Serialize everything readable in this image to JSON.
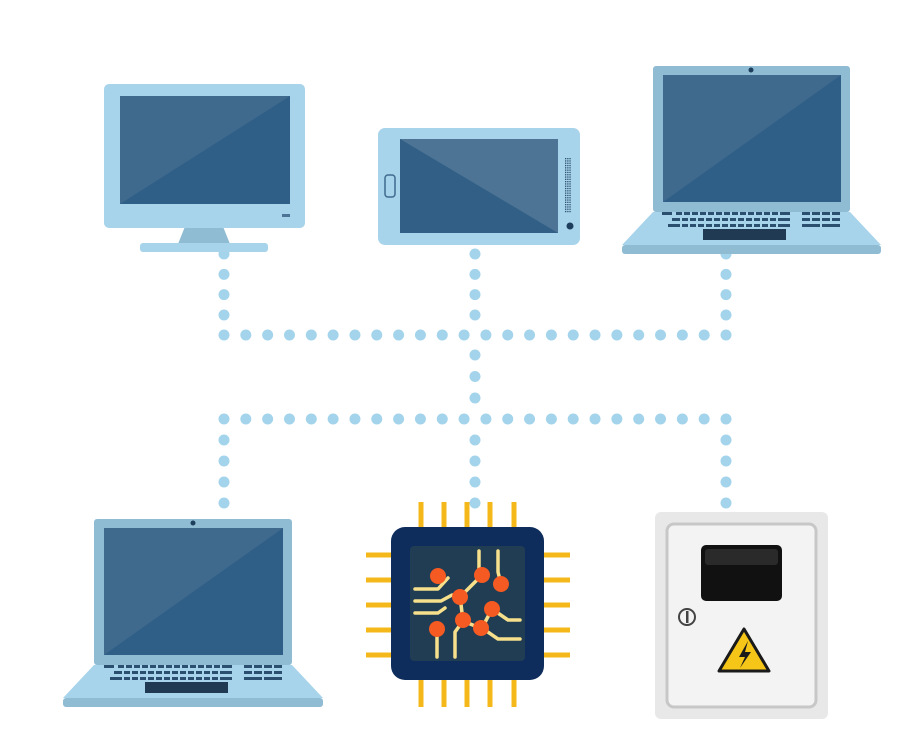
{
  "diagram": {
    "type": "network-topology",
    "nodes": [
      {
        "id": "desktop",
        "kind": "desktop-monitor",
        "icon": "monitor-icon"
      },
      {
        "id": "tablet",
        "kind": "tablet",
        "icon": "tablet-icon"
      },
      {
        "id": "laptop-top",
        "kind": "laptop",
        "icon": "laptop-icon"
      },
      {
        "id": "laptop-bottom",
        "kind": "laptop",
        "icon": "laptop-icon"
      },
      {
        "id": "chip",
        "kind": "microchip",
        "icon": "cpu-chip-icon"
      },
      {
        "id": "electrical-cabinet",
        "kind": "electrical-panel",
        "icon": "high-voltage-icon"
      }
    ],
    "edges": [
      {
        "from": "desktop",
        "to": "bus-top"
      },
      {
        "from": "tablet",
        "to": "bus-top"
      },
      {
        "from": "laptop-top",
        "to": "bus-top"
      },
      {
        "from": "bus-top",
        "to": "bus-bottom"
      },
      {
        "from": "bus-bottom",
        "to": "laptop-bottom"
      },
      {
        "from": "bus-bottom",
        "to": "chip"
      },
      {
        "from": "bus-bottom",
        "to": "electrical-cabinet"
      }
    ],
    "colors": {
      "connector_dots": "#A3D4EC",
      "screen_dark": "#3F6A8E",
      "screen_light": "#4E7495",
      "device_body": "#A7D3EB",
      "device_frame": "#8FBBD3",
      "chip_body": "#0F2D5C",
      "chip_core": "#213D54",
      "chip_pins": "#F5B81B",
      "chip_nodes": "#F45A22",
      "chip_traces": "#F6E08C",
      "cabinet": "#E8E8E8",
      "warning_yellow": "#F5C518"
    }
  }
}
